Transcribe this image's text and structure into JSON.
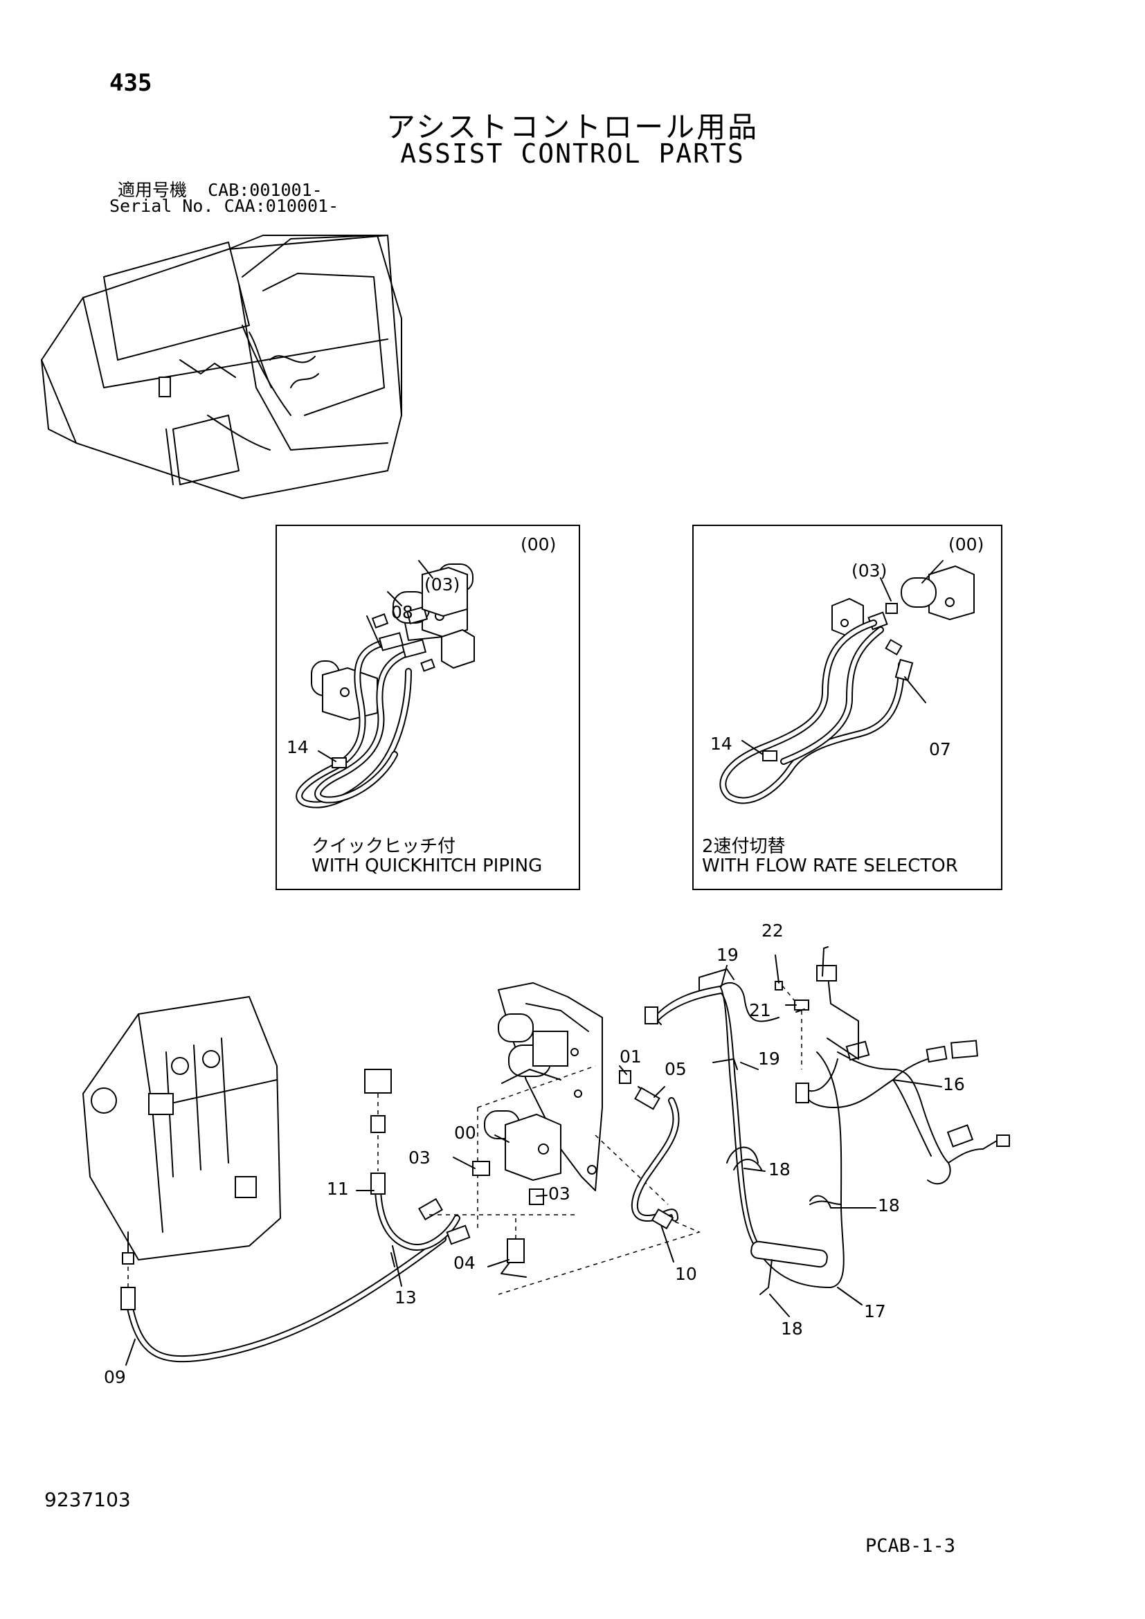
{
  "page": {
    "number": "435",
    "title_jp": "アシストコントロール用品",
    "title_en": "ASSIST CONTROL PARTS",
    "serial_lines": [
      "適用号機  CAB:001001-",
      "Serial No. CAA:010001-"
    ],
    "doc_number": "9237103",
    "page_code": "PCAB-1-3"
  },
  "insets": [
    {
      "caption_jp": "クイックヒッチ付",
      "caption_en": "WITH QUICKHITCH PIPING",
      "callouts": [
        "(00)",
        "(03)",
        "08",
        "14"
      ]
    },
    {
      "caption_jp": "2速付切替",
      "caption_en": "WITH FLOW RATE SELECTOR",
      "callouts": [
        "(00)",
        "(03)",
        "14",
        "07"
      ]
    }
  ],
  "main_callouts": [
    "22",
    "19",
    "21",
    "01",
    "05",
    "19",
    "16",
    "00",
    "03",
    "18",
    "11",
    "03",
    "18",
    "04",
    "13",
    "10",
    "17",
    "18",
    "09"
  ]
}
